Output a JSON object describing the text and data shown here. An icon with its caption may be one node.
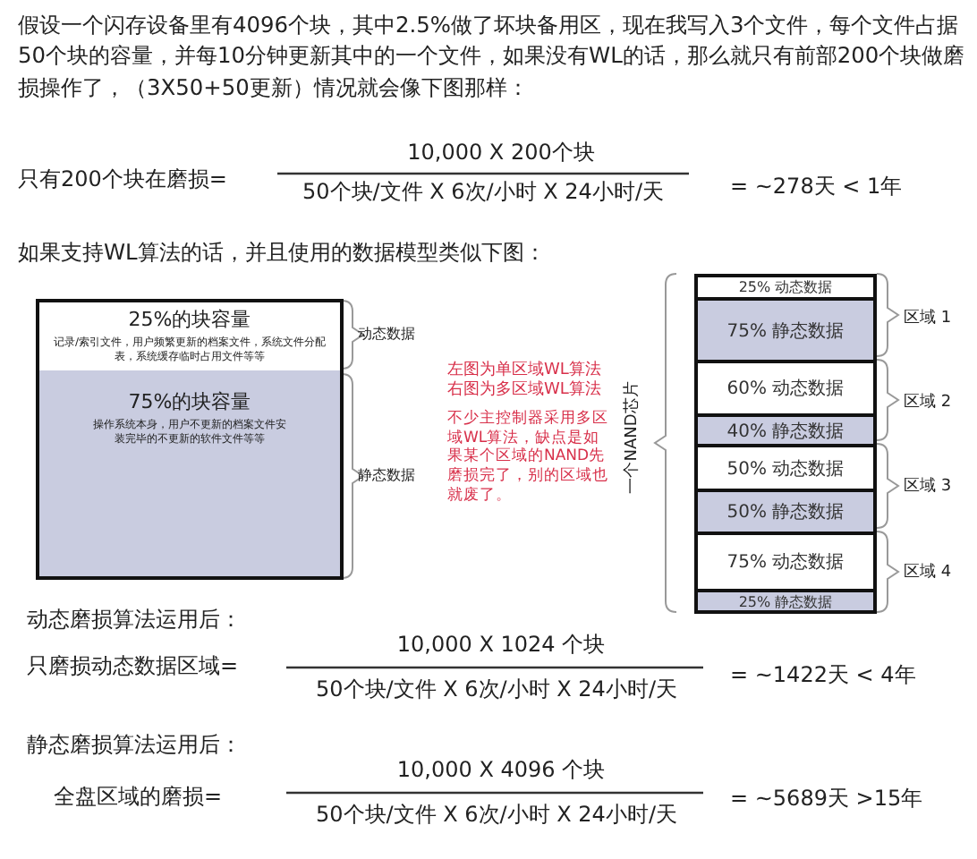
{
  "diagram": {
    "nodes": [
      {
        "text": [
          "25%的块容量",
          "记录/索引文件，用户频繁更新的档案文件，系统文件分配表，系统缓存临时占用文件等等"
        ]
      },
      {
        "text": [
          "75%的块容量",
          "操作系统本身，用户不更新的档案文件安装完毕的不更新的软件文件等等"
        ]
      },
      {
        "text": [
          "25% 动态数据"
        ]
      },
      {
        "text": [
          "75% 静态数据"
        ]
      },
      {
        "text": [
          "60% 动态数据"
        ]
      },
      {
        "text": [
          "40% 静态数据"
        ]
      },
      {
        "text": [
          "50% 动态数据"
        ]
      },
      {
        "text": [
          "50% 静态数据"
        ]
      },
      {
        "text": [
          "75% 动态数据"
        ]
      },
      {
        "text": [
          "25% 静态数据"
        ]
      }
    ],
    "labels": [
      "假设一个闪存设备里有4096个块，其中2.5%做了坏块备用区，现在我写入3个文件，每个文件占据50个块的容量，并每10分钟更新其中的一个文件，如果没有WL的话，那么就只有前部200个块做磨损操作了，（3X50+50更新）情况就会像下图那样：",
      "只有200个块在磨损=",
      "10,000 X 200个块",
      "50个块/文件 X 6次/小时 X 24小时/天",
      "= ~278天 < 1年",
      "如果支持WL算法的话，并且使用的数据模型类似下图：",
      "动态数据",
      "静态数据",
      "左图为单区域WL算法",
      "右图为多区域WL算法",
      "不少主控制器采用多区域WL算法，缺点是如果某个区域的NAND先磨损完了，别的区域也就废了。",
      "一个NAND芯片",
      "区域 1",
      "区域 2",
      "区域 3",
      "区域 4",
      "动态磨损算法运用后：",
      "只磨损动态数据区域=",
      "10,000 X 1024 个块",
      "50个块/文件 X 6次/小时 X 24小时/天",
      "= ~1422天 < 4年",
      "静态磨损算法运用后：",
      "全盘区域的磨损=",
      "10,000 X 4096 个块",
      "50个块/文件 X 6次/小时 X 24小时/天",
      "= ~5689天 >15年"
    ]
  }
}
